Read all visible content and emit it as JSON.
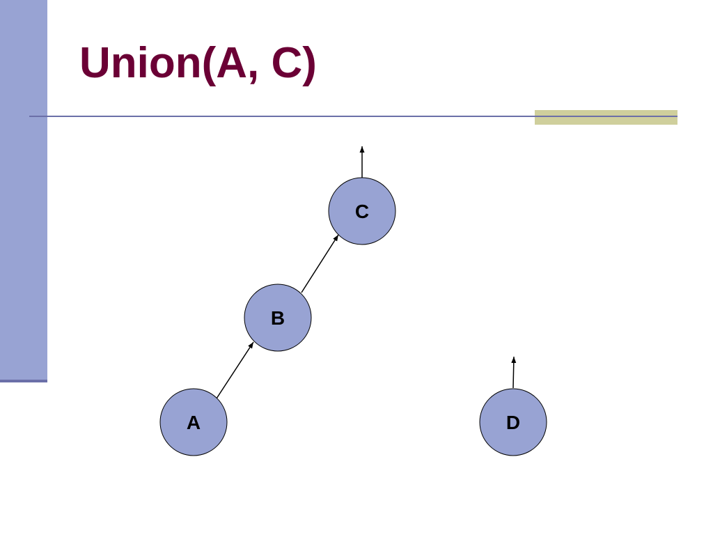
{
  "slide": {
    "title": "Union(A, C)"
  },
  "colors": {
    "sidebar": "#98a3d3",
    "title": "#6b0035",
    "rule": "#6b6fa8",
    "accent": "#cfcf9c",
    "node_fill": "#98a3d3",
    "node_stroke": "#000000"
  },
  "diagram": {
    "nodes": [
      {
        "id": "C",
        "label": "C"
      },
      {
        "id": "B",
        "label": "B"
      },
      {
        "id": "A",
        "label": "A"
      },
      {
        "id": "D",
        "label": "D"
      }
    ],
    "edges": [
      {
        "from": "A",
        "to": "B"
      },
      {
        "from": "B",
        "to": "C"
      }
    ],
    "roots": [
      "C",
      "D"
    ]
  }
}
